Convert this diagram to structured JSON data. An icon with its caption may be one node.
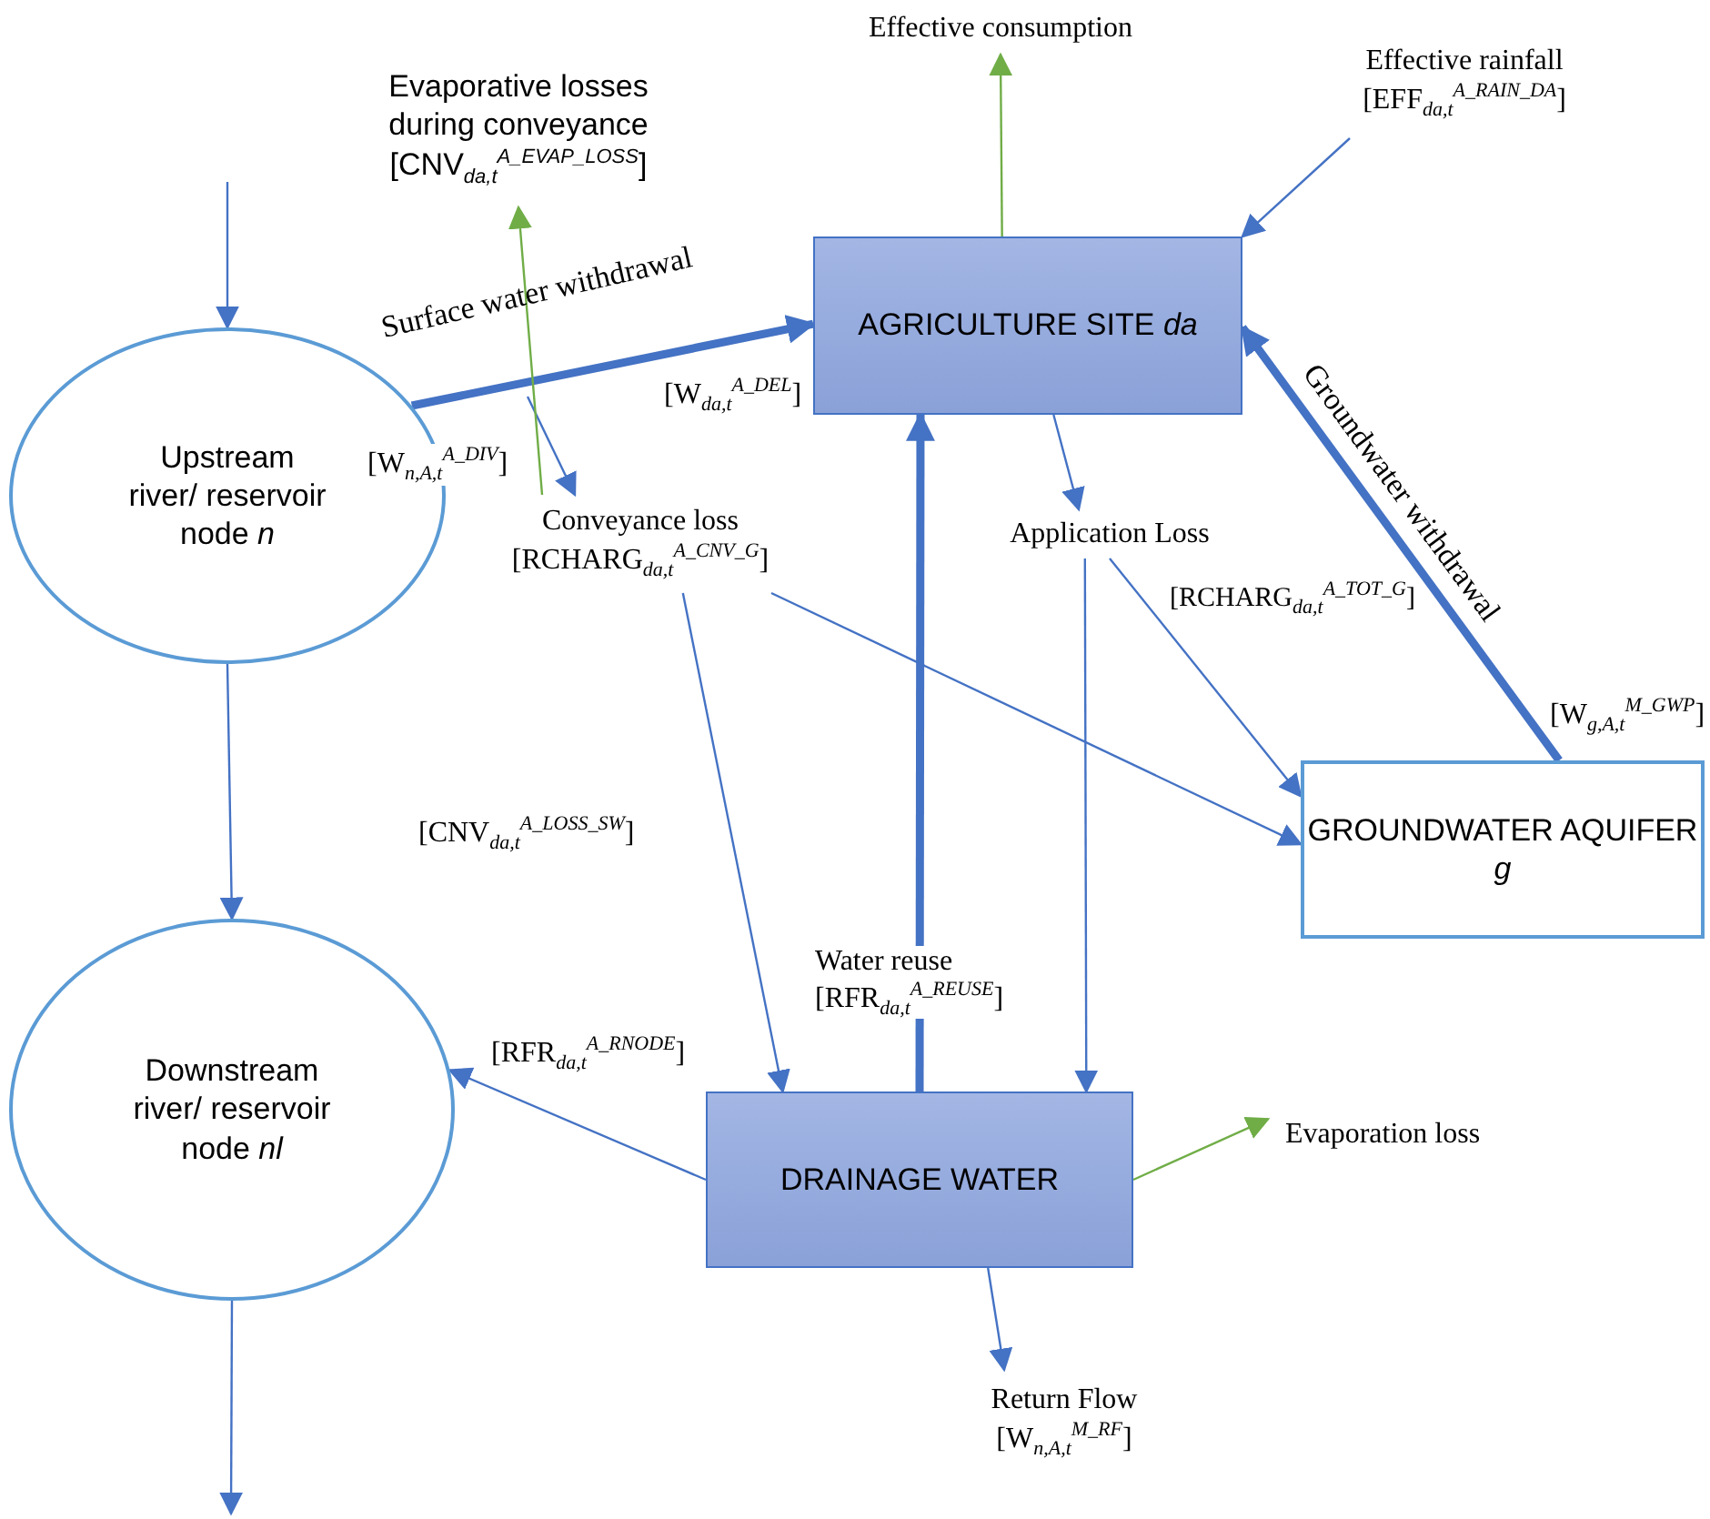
{
  "diagram": {
    "nodes": [
      {
        "text": [
          "Upstream river/ reservoir node *n*"
        ]
      },
      {
        "text": [
          "AGRICULTURE SITE *da*"
        ]
      },
      {
        "text": [
          "GROUNDWATER AQUIFER *g*"
        ]
      },
      {
        "text": [
          "DRAINAGE WATER"
        ]
      },
      {
        "text": [
          "Downstream river/ reservoir node *nl*"
        ]
      },
      {
        "text": [
          "Effective consumption"
        ]
      },
      {
        "text": [
          "Effective rainfall",
          "[EFF$_{da,t}$$^{A_RAIN_DA}$]"
        ]
      },
      {
        "text": [
          "Evaporative losses during conveyance",
          "[CNV$_{da,t}$$^{A_EVAP_LOSS}$]"
        ]
      },
      {
        "text": [
          "Conveyance loss",
          "[RCHARG$_{da,t}$$^{A_CNV_G}$]"
        ]
      },
      {
        "text": [
          "Application Loss"
        ]
      },
      {
        "text": [
          "Evaporation loss"
        ]
      },
      {
        "text": [
          "Return Flow",
          "[W$_{n,A,t}$$^{M_RF}$]"
        ]
      }
    ],
    "edges": [
      {
        "from": null,
        "to": 0,
        "arrow": "to"
      },
      {
        "from": 0,
        "to": 1,
        "arrow": "to",
        "label": "Surface water withdrawal",
        "style": "thick"
      },
      {
        "from": null,
        "to": 8,
        "arrow": "to"
      },
      {
        "from": 8,
        "to": 7,
        "arrow": "to",
        "color": "#70ad47"
      },
      {
        "from": 1,
        "to": 5,
        "arrow": "to",
        "color": "#70ad47"
      },
      {
        "from": 6,
        "to": 1,
        "arrow": "to"
      },
      {
        "from": 2,
        "to": 1,
        "arrow": "to",
        "label": "Groundwater withdrawal",
        "style": "thick"
      },
      {
        "from": 1,
        "to": 9,
        "arrow": "to"
      },
      {
        "from": 9,
        "to": 2,
        "arrow": "to",
        "label": "[RCHARG$_{da,t}$$^{A_TOT_G}$]"
      },
      {
        "from": 8,
        "to": 2,
        "arrow": "to"
      },
      {
        "from": 8,
        "to": 3,
        "arrow": "to",
        "label": "[CNV$_{da,t}$$^{A_LOSS_SW}$]"
      },
      {
        "from": 3,
        "to": 1,
        "arrow": "to",
        "label": "Water reuse [RFR$_{da,t}$$^{A_REUSE}$]",
        "style": "thick"
      },
      {
        "from": 9,
        "to": 3,
        "arrow": "to"
      },
      {
        "from": 3,
        "to": 4,
        "arrow": "to",
        "label": "[RFR$_{da,t}$$^{A_RNODE}$]"
      },
      {
        "from": 3,
        "to": 10,
        "arrow": "to",
        "color": "#70ad47"
      },
      {
        "from": 3,
        "to": 11,
        "arrow": "to"
      },
      {
        "from": 0,
        "to": 4,
        "arrow": "to"
      },
      {
        "from": 4,
        "to": null,
        "arrow": "to"
      }
    ],
    "labels": [
      "[W$_{da,t}$$^{A_DEL}$]",
      "[W$_{n,A,t}$$^{A_DIV}$]",
      "[W$_{g,A,t}$$^{M_GWP}$]"
    ]
  }
}
